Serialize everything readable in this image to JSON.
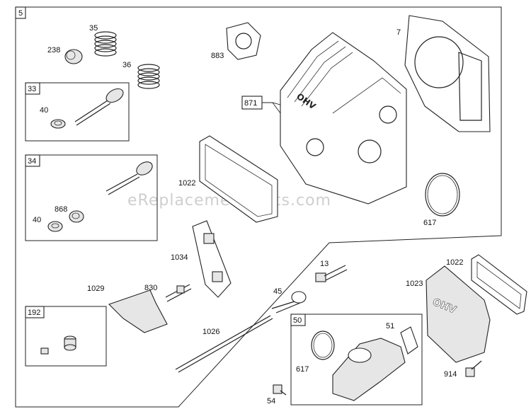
{
  "watermark": "eReplacementParts.com",
  "assembly_number": "5",
  "callout_boxes": {
    "box_33": "33",
    "box_34": "34",
    "box_192": "192",
    "box_50": "50",
    "box_871": "871"
  },
  "labels": {
    "p7": "7",
    "p35": "35",
    "p238": "238",
    "p36": "36",
    "p883": "883",
    "p40a": "40",
    "p1022a": "1022",
    "p868": "868",
    "p40b": "40",
    "p617a": "617",
    "p1034": "1034",
    "p13": "13",
    "p1029": "1029",
    "p830": "830",
    "p45": "45",
    "p1022b": "1022",
    "p1023": "1023",
    "p1026": "1026",
    "p51": "51",
    "p617b": "617",
    "p914": "914",
    "p54": "54"
  }
}
